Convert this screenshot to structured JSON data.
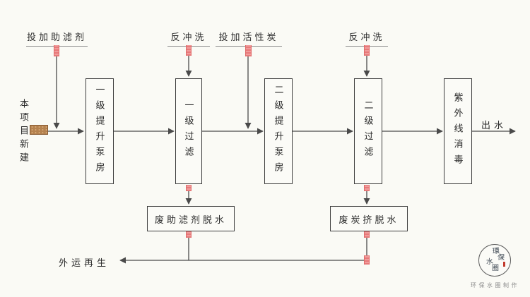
{
  "diagram_title": "",
  "colors": {
    "background": "#fafaf5",
    "line": "#4a4a4a",
    "box_border": "#3d3d3d",
    "red_tick": "#ec8383",
    "inlet_chip": "#b5824f",
    "logo_seal": "#c23b2e"
  },
  "top_labels": [
    {
      "label": "投加助滤剂"
    },
    {
      "label": "反冲洗"
    },
    {
      "label": "投加活性炭"
    },
    {
      "label": "反冲洗"
    }
  ],
  "source_label": "本项目新建",
  "process_boxes": [
    {
      "label": "一级提升泵房"
    },
    {
      "label": "一级过滤"
    },
    {
      "label": "二级提升泵房"
    },
    {
      "label": "二级过滤"
    },
    {
      "label": "紫外线消毒"
    }
  ],
  "outlet_label": "出水",
  "waste_boxes": [
    {
      "label": "废助滤剂脱水"
    },
    {
      "label": "废炭挤脱水"
    }
  ],
  "disposal_label": "外运再生",
  "logo": {
    "circle_chars": [
      "環",
      "保",
      "水",
      "圈"
    ],
    "caption": "环保水圈制作"
  }
}
